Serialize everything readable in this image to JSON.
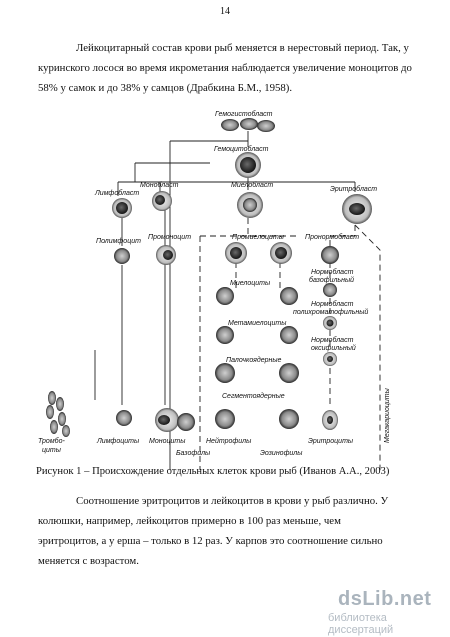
{
  "page_number": "14",
  "paragraph1": [
    "Лейкоцитарный состав крови рыб меняется в нерестовый период. Так, у",
    "куринского лосося во время икрометания наблюдается увеличение моноцитов до",
    "58% у самок и до 38% у самцов (Драбкина Б.М., 1958)."
  ],
  "figure": {
    "labels": {
      "hemocytoblast": "Гемогистобласт",
      "hemocytoblast2": "Гемоцитобласт",
      "lymphoblast": "Лимфобласт",
      "monoblast": "Монобласт",
      "myeloblast": "Миелобласт",
      "erythroblast": "Эритробласт",
      "polymphocyte": "Полимфоцит",
      "promonocyte": "Промоноцит",
      "promyelocytes": "Промиелоциты",
      "pronormoblast": "Пронормобласт",
      "myelocytes": "Миелоциты",
      "normoblast_baso_1": "Нормобласт",
      "normoblast_baso_2": "базофильный",
      "metamyelocytes": "Метамиелоциты",
      "normoblast_poly_1": "Нормобласт",
      "normoblast_poly_2": "полихроматофильный",
      "band": "Палочкоядерные",
      "normoblast_oxy_1": "Нормобласт",
      "normoblast_oxy_2": "оксифильный",
      "segmented": "Сегментоядерные",
      "thrombocytes_1": "Тромбо-",
      "thrombocytes_2": "циты",
      "lymphocytes": "Лимфоциты",
      "monocytes": "Моноциты",
      "basophils": "Базофилы",
      "neutrophils": "Нейтрофилы",
      "eosinophils": "Эозинофилы",
      "erythrocytes": "Эритроциты",
      "megakaryocytes": "Мегакариоциты"
    }
  },
  "caption": "Рисунок 1 – Происхождение отдельных клеток крови рыб (Иванов А.А., 2003)",
  "paragraph2": [
    "Соотношение эритроцитов и лейкоцитов в крови у рыб различно. У",
    "колюшки, например, лейкоцитов примерно в 100 раз меньше, чем",
    "эритроцитов, а у ерша – только в 12 раз. У карпов это соотношение сильно",
    "меняется с возрастом."
  ],
  "watermark": {
    "logo": "dsLib.net",
    "subtitle": "библиотека диссертаций"
  }
}
